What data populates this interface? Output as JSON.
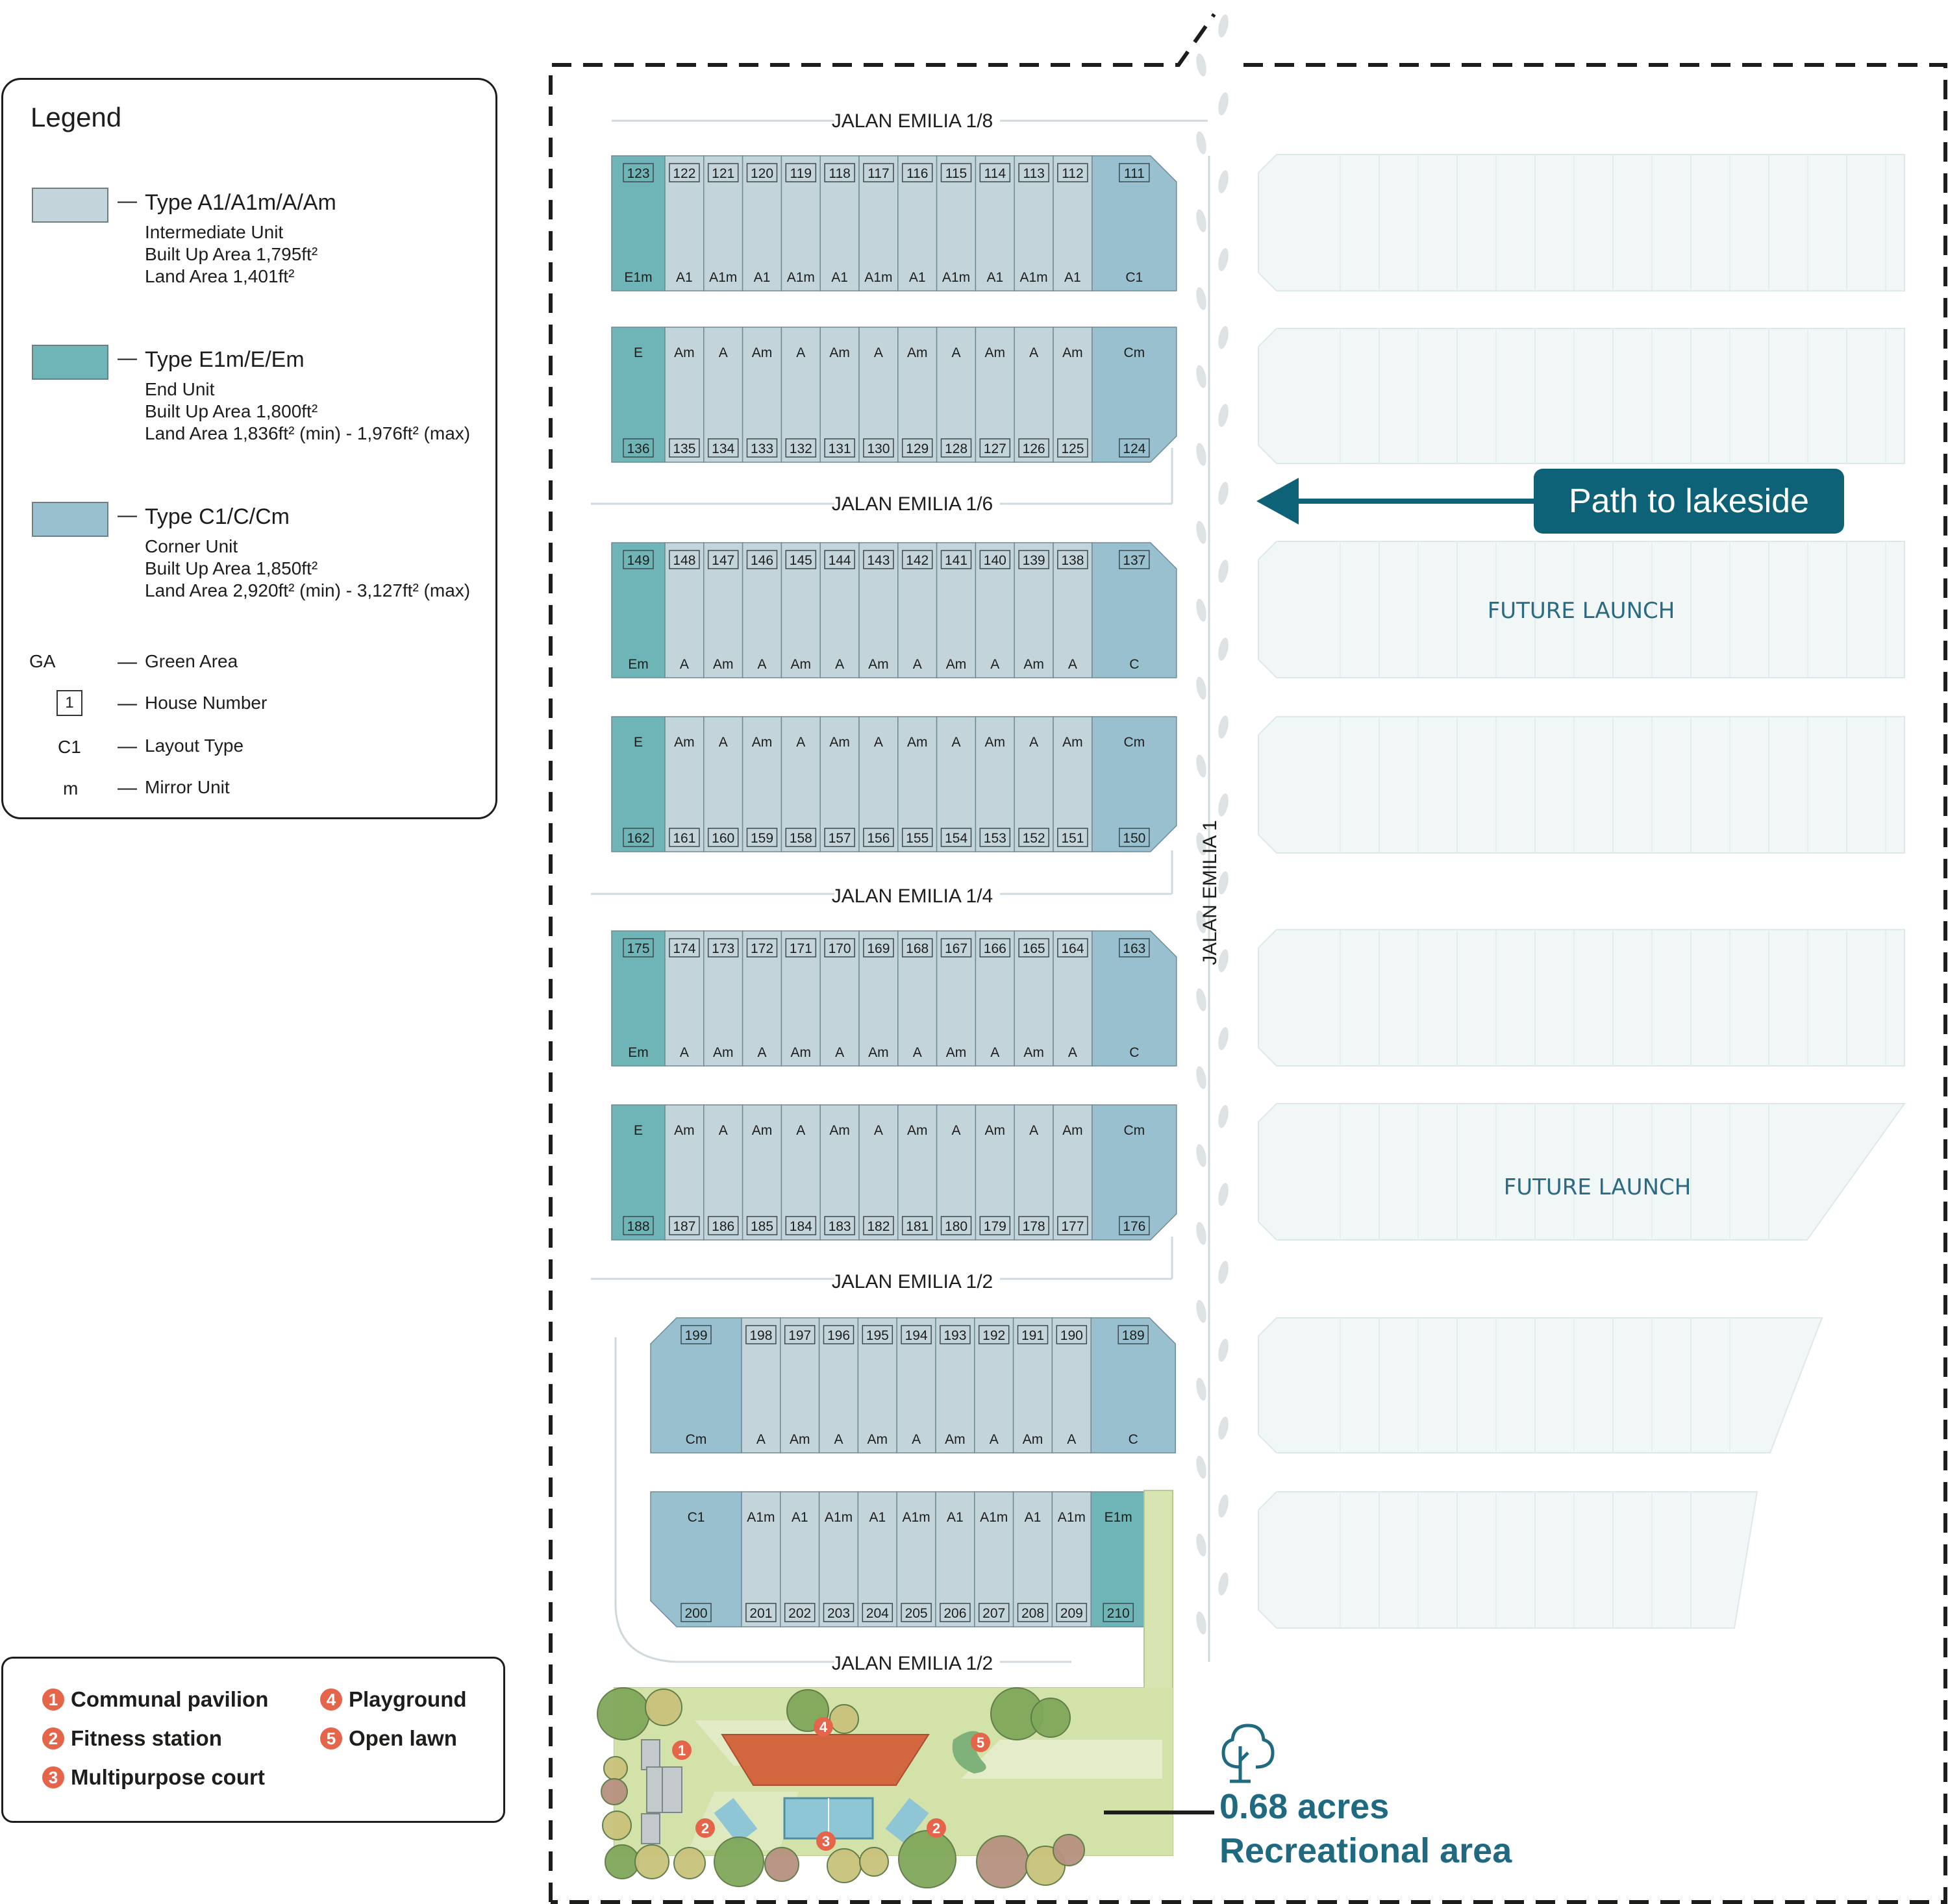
{
  "legend": {
    "title": "Legend",
    "types": [
      {
        "name": "Type A1/A1m/A/Am",
        "lines": [
          "Intermediate Unit",
          "Built Up Area 1,795ft²",
          "Land Area 1,401ft²"
        ],
        "color": "#c3d4db"
      },
      {
        "name": "Type E1m/E/Em",
        "lines": [
          "End Unit",
          "Built Up Area 1,800ft²",
          "Land Area 1,836ft² (min) - 1,976ft² (max)"
        ],
        "color": "#6fb4b6"
      },
      {
        "name": "Type C1/C/Cm",
        "lines": [
          "Corner Unit",
          "Built Up Area 1,850ft²",
          "Land Area 2,920ft² (min) - 3,127ft² (max)"
        ],
        "color": "#98c0ce"
      }
    ],
    "dash": "—",
    "symbols": [
      {
        "sym": "GA",
        "text": "Green Area"
      },
      {
        "sym": "1",
        "text": "House Number"
      },
      {
        "sym": "C1",
        "text": "Layout Type"
      },
      {
        "sym": "m",
        "text": "Mirror Unit"
      }
    ]
  },
  "amenities": [
    {
      "num": "1",
      "label": "Communal pavilion"
    },
    {
      "num": "2",
      "label": "Fitness station"
    },
    {
      "num": "3",
      "label": "Multipurpose court"
    },
    {
      "num": "4",
      "label": "Playground"
    },
    {
      "num": "5",
      "label": "Open lawn"
    }
  ],
  "roads": {
    "r18": "JALAN EMILIA 1/8",
    "r16": "JALAN EMILIA 1/6",
    "r14": "JALAN EMILIA 1/4",
    "r12": "JALAN EMILIA 1/2",
    "r12b": "JALAN EMILIA 1/2",
    "main": "JALAN EMILIA 1"
  },
  "future_launch_label": "FUTURE LAUNCH",
  "path_label": "Path to lakeside",
  "recreation": {
    "area": "0.68 acres",
    "label": "Recreational area"
  },
  "colors": {
    "intermediate": "#c3d4db",
    "end": "#6fb4b6",
    "corner": "#98c0ce",
    "accent": "#0d6277",
    "amenity": "#e5654b",
    "future": "#f1f6f7"
  },
  "blocks": [
    {
      "top": [
        "123",
        "122",
        "121",
        "120",
        "119",
        "118",
        "117",
        "116",
        "115",
        "114",
        "113",
        "112",
        "111"
      ],
      "bottom": [
        "E1m",
        "A1",
        "A1m",
        "A1",
        "A1m",
        "A1",
        "A1m",
        "A1",
        "A1m",
        "A1",
        "A1m",
        "A1",
        "C1"
      ],
      "kinds": [
        "end",
        "int",
        "int",
        "int",
        "int",
        "int",
        "int",
        "int",
        "int",
        "int",
        "int",
        "int",
        "corner"
      ],
      "numbers_on_top": true,
      "rightChamfer": "top"
    },
    {
      "top": [
        "E",
        "Am",
        "A",
        "Am",
        "A",
        "Am",
        "A",
        "Am",
        "A",
        "Am",
        "A",
        "Am",
        "Cm"
      ],
      "bottom": [
        "136",
        "135",
        "134",
        "133",
        "132",
        "131",
        "130",
        "129",
        "128",
        "127",
        "126",
        "125",
        "124"
      ],
      "kinds": [
        "end",
        "int",
        "int",
        "int",
        "int",
        "int",
        "int",
        "int",
        "int",
        "int",
        "int",
        "int",
        "corner"
      ],
      "numbers_on_top": false,
      "rightChamfer": "bottom"
    },
    {
      "top": [
        "149",
        "148",
        "147",
        "146",
        "145",
        "144",
        "143",
        "142",
        "141",
        "140",
        "139",
        "138",
        "137"
      ],
      "bottom": [
        "Em",
        "A",
        "Am",
        "A",
        "Am",
        "A",
        "Am",
        "A",
        "Am",
        "A",
        "Am",
        "A",
        "C"
      ],
      "kinds": [
        "end",
        "int",
        "int",
        "int",
        "int",
        "int",
        "int",
        "int",
        "int",
        "int",
        "int",
        "int",
        "corner"
      ],
      "numbers_on_top": true,
      "rightChamfer": "top"
    },
    {
      "top": [
        "E",
        "Am",
        "A",
        "Am",
        "A",
        "Am",
        "A",
        "Am",
        "A",
        "Am",
        "A",
        "Am",
        "Cm"
      ],
      "bottom": [
        "162",
        "161",
        "160",
        "159",
        "158",
        "157",
        "156",
        "155",
        "154",
        "153",
        "152",
        "151",
        "150"
      ],
      "kinds": [
        "end",
        "int",
        "int",
        "int",
        "int",
        "int",
        "int",
        "int",
        "int",
        "int",
        "int",
        "int",
        "corner"
      ],
      "numbers_on_top": false,
      "rightChamfer": "bottom"
    },
    {
      "top": [
        "175",
        "174",
        "173",
        "172",
        "171",
        "170",
        "169",
        "168",
        "167",
        "166",
        "165",
        "164",
        "163"
      ],
      "bottom": [
        "Em",
        "A",
        "Am",
        "A",
        "Am",
        "A",
        "Am",
        "A",
        "Am",
        "A",
        "Am",
        "A",
        "C"
      ],
      "kinds": [
        "end",
        "int",
        "int",
        "int",
        "int",
        "int",
        "int",
        "int",
        "int",
        "int",
        "int",
        "int",
        "corner"
      ],
      "numbers_on_top": true,
      "rightChamfer": "top"
    },
    {
      "top": [
        "E",
        "Am",
        "A",
        "Am",
        "A",
        "Am",
        "A",
        "Am",
        "A",
        "Am",
        "A",
        "Am",
        "Cm"
      ],
      "bottom": [
        "188",
        "187",
        "186",
        "185",
        "184",
        "183",
        "182",
        "181",
        "180",
        "179",
        "178",
        "177",
        "176"
      ],
      "kinds": [
        "end",
        "int",
        "int",
        "int",
        "int",
        "int",
        "int",
        "int",
        "int",
        "int",
        "int",
        "int",
        "corner"
      ],
      "numbers_on_top": false,
      "rightChamfer": "bottom"
    },
    {
      "top": [
        "199",
        "198",
        "197",
        "196",
        "195",
        "194",
        "193",
        "192",
        "191",
        "190",
        "189"
      ],
      "bottom": [
        "Cm",
        "A",
        "Am",
        "A",
        "Am",
        "A",
        "Am",
        "A",
        "Am",
        "A",
        "C"
      ],
      "kinds": [
        "corner",
        "int",
        "int",
        "int",
        "int",
        "int",
        "int",
        "int",
        "int",
        "int",
        "corner"
      ],
      "numbers_on_top": true,
      "rightChamfer": "top",
      "leftChamfer": "top"
    },
    {
      "top": [
        "C1",
        "A1m",
        "A1",
        "A1m",
        "A1",
        "A1m",
        "A1",
        "A1m",
        "A1",
        "A1m",
        "E1m"
      ],
      "bottom": [
        "200",
        "201",
        "202",
        "203",
        "204",
        "205",
        "206",
        "207",
        "208",
        "209",
        "210"
      ],
      "kinds": [
        "corner",
        "int",
        "int",
        "int",
        "int",
        "int",
        "int",
        "int",
        "int",
        "int",
        "end"
      ],
      "numbers_on_top": false,
      "leftChamfer": "bottom"
    }
  ]
}
